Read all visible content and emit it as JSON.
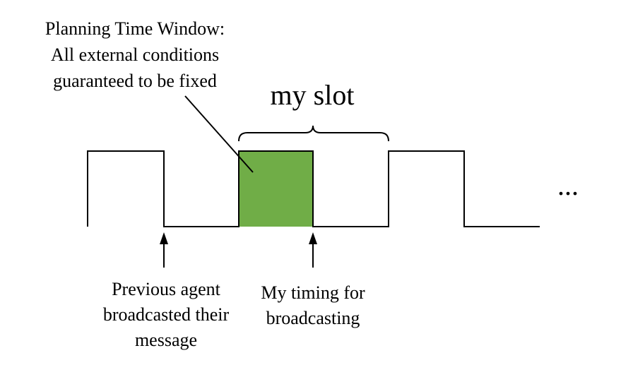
{
  "annotations": {
    "planning_window": "Planning Time Window:\nAll external conditions\nguaranteed to be fixed",
    "slot": "my slot",
    "previous_agent": "Previous agent\nbroadcasted their\nmessage",
    "my_timing": "My timing for\nbroadcasting",
    "continuation": "..."
  },
  "colors": {
    "highlight_fill": "#70ad47",
    "line": "#000000",
    "background": "#ffffff"
  }
}
